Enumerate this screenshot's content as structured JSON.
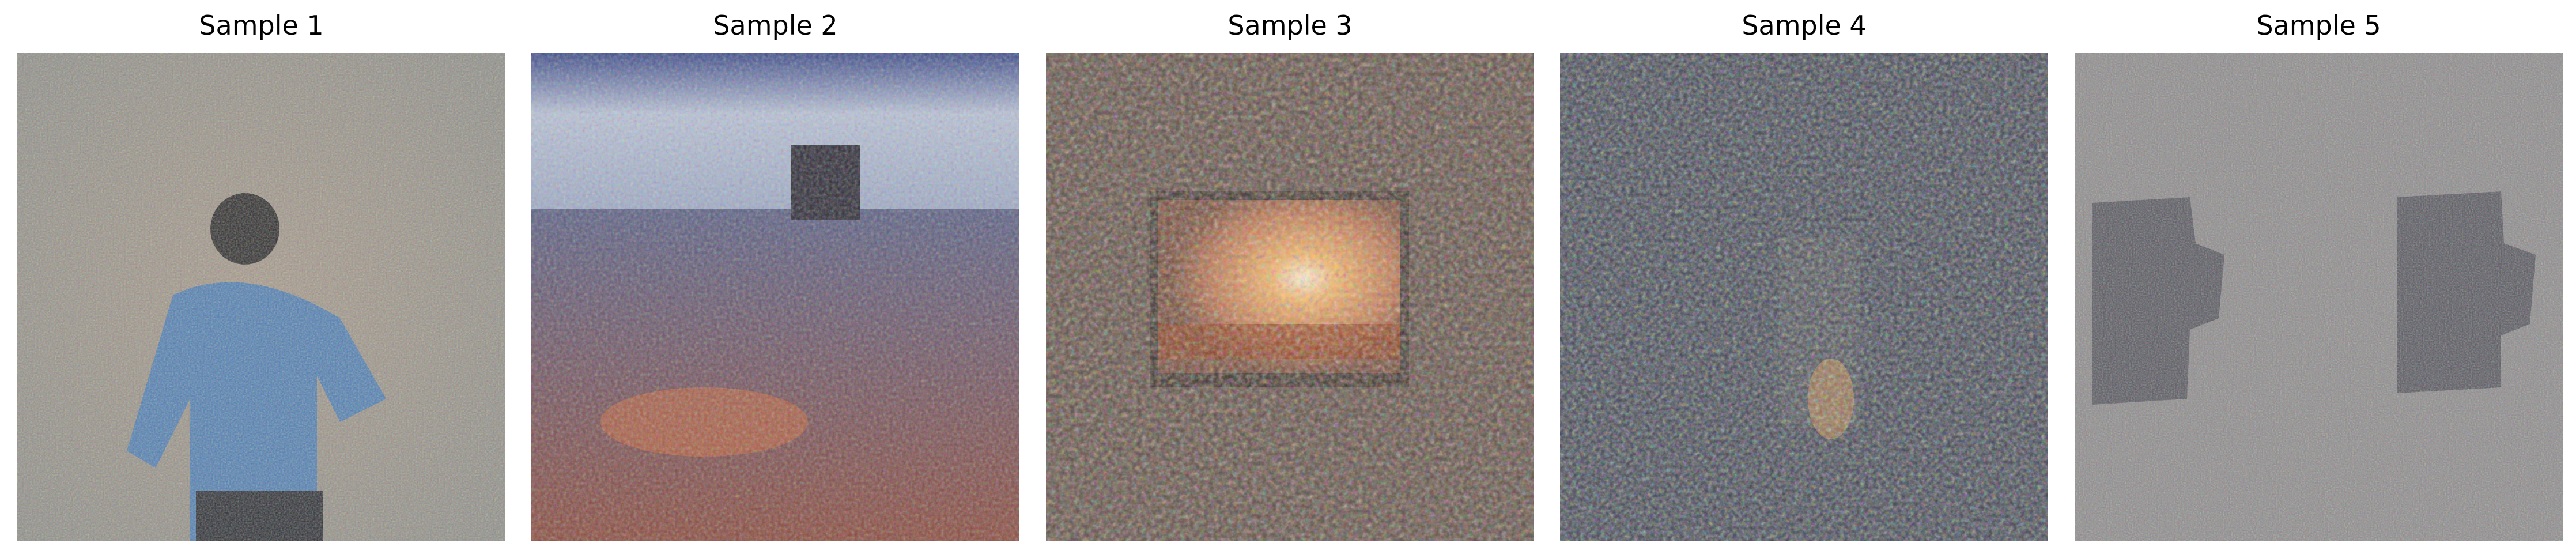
{
  "figure": {
    "panels": [
      {
        "title": "Sample 1",
        "image": "noisy-image-person-blue-shirt"
      },
      {
        "title": "Sample 2",
        "image": "noisy-image-landscape-water"
      },
      {
        "title": "Sample 3",
        "image": "noisy-image-sunset-frame"
      },
      {
        "title": "Sample 4",
        "image": "noisy-image-abstract-texture"
      },
      {
        "title": "Sample 5",
        "image": "noisy-image-two-dark-shapes"
      }
    ]
  }
}
